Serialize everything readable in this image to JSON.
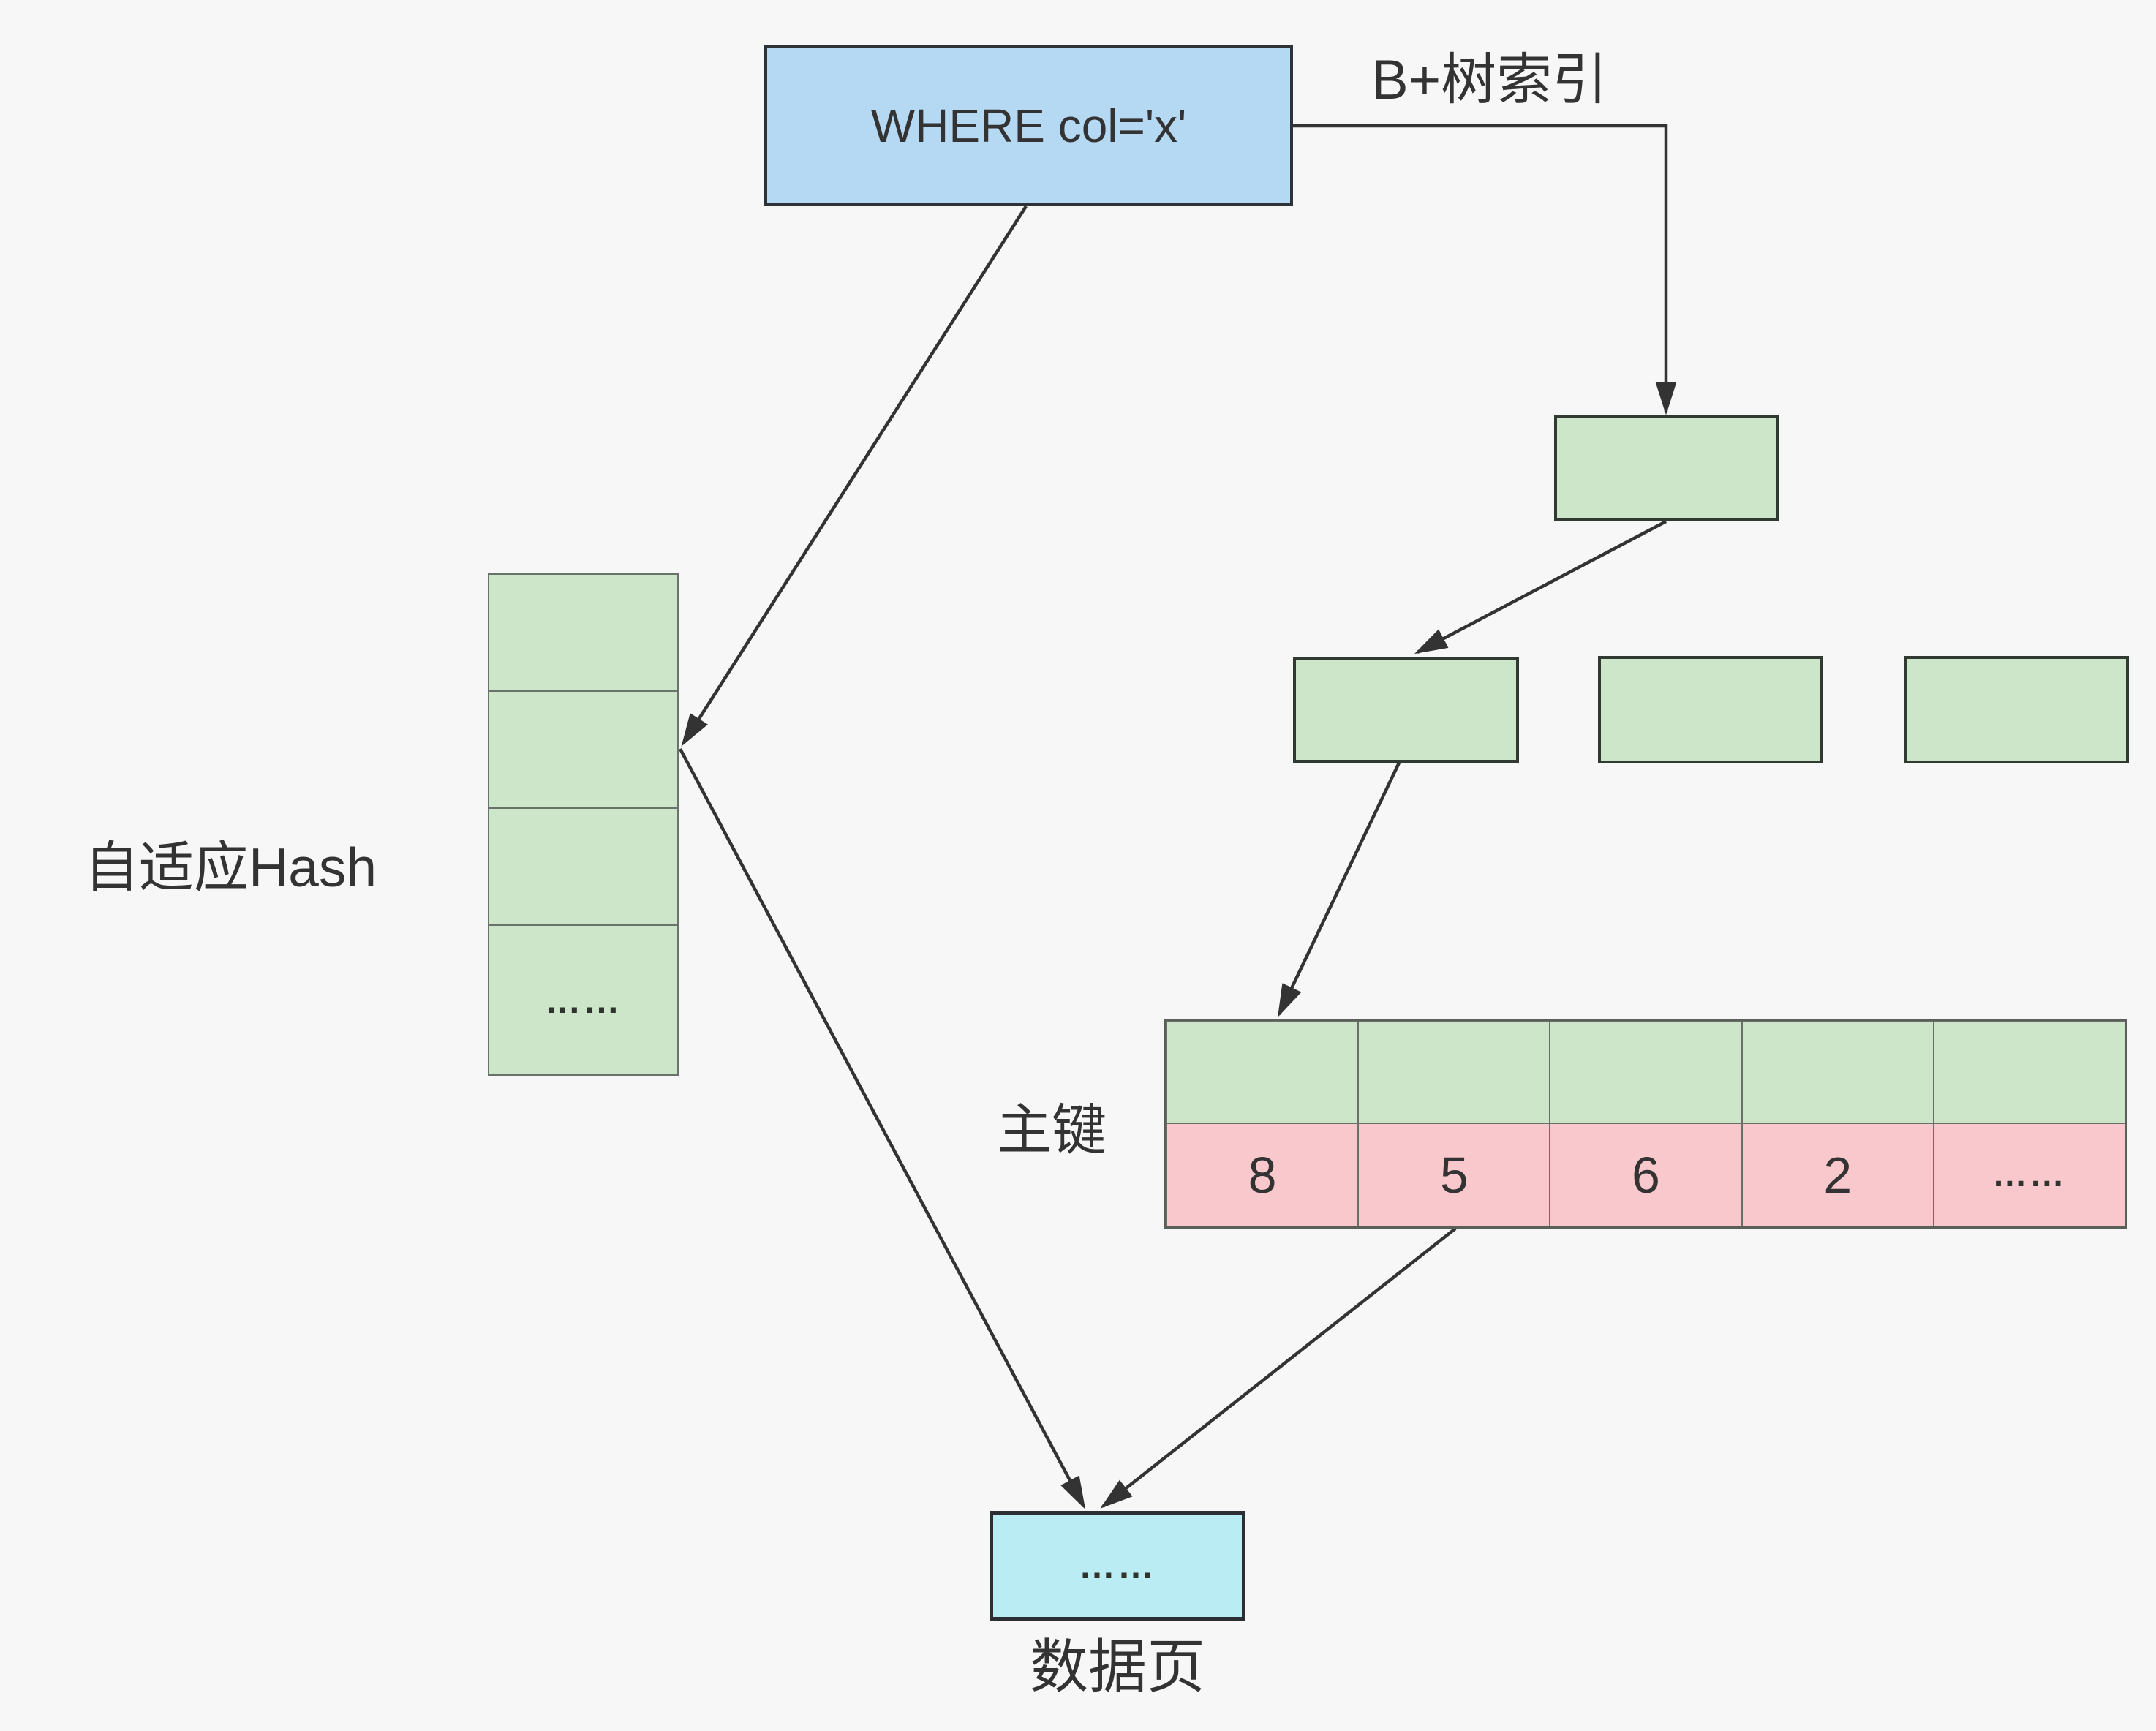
{
  "where_box": {
    "text": "WHERE col='x'"
  },
  "labels": {
    "btree_index": "B+树索引",
    "adaptive_hash": "自适应Hash",
    "primary_key": "主键",
    "data_page": "数据页"
  },
  "btree_index_nodes": {
    "root": "",
    "level2": [
      "",
      "",
      ""
    ]
  },
  "hash_stack": {
    "cells": [
      "",
      "",
      "",
      "……"
    ]
  },
  "pk_table": {
    "green_row": [
      "",
      "",
      "",
      "",
      ""
    ],
    "values": [
      "8",
      "5",
      "6",
      "2",
      "……"
    ]
  },
  "data_page": {
    "text": "……"
  },
  "colors": {
    "background": "#f7f7f7",
    "blue_fill": "#b5d8f3",
    "cyan_fill": "#baecf3",
    "green_fill": "#cde5c9",
    "pink_fill": "#f9c8cd",
    "line": "#333333",
    "text": "#333333"
  }
}
